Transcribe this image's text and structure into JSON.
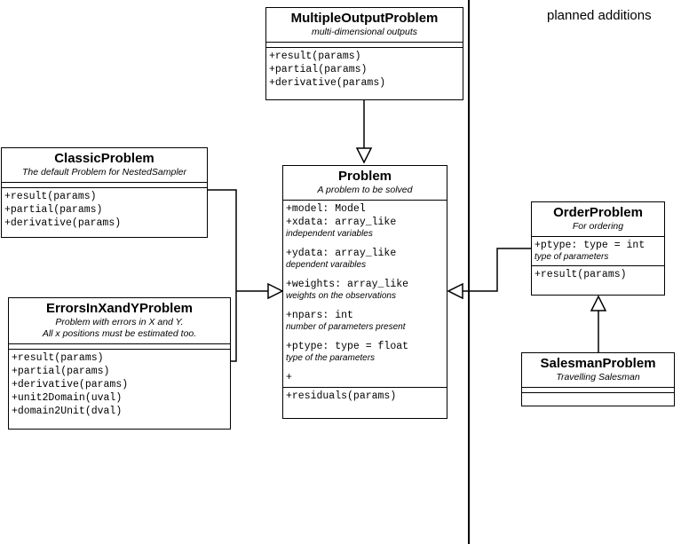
{
  "planned_label": "planned additions",
  "classes": {
    "multiple": {
      "name": "MultipleOutputProblem",
      "subtitle": "multi-dimensional outputs",
      "methods": [
        "+result(params)",
        "+partial(params)",
        "+derivative(params)"
      ]
    },
    "classic": {
      "name": "ClassicProblem",
      "subtitle": "The default Problem for NestedSampler",
      "methods": [
        "+result(params)",
        "+partial(params)",
        "+derivative(params)"
      ]
    },
    "errors": {
      "name": "ErrorsInXandYProblem",
      "subtitle_lines": [
        "Problem with errors in X and Y.",
        "All x positions must be estimated too."
      ],
      "methods": [
        "+result(params)",
        "+partial(params)",
        "+derivative(params)",
        "+unit2Domain(uval)",
        "+domain2Unit(dval)"
      ]
    },
    "problem": {
      "name": "Problem",
      "subtitle": "A problem to be solved",
      "attributes": [
        {
          "sig": "+model: Model",
          "desc": ""
        },
        {
          "sig": "+xdata: array_like",
          "desc": "independent variables"
        },
        {
          "sig": "+ydata: array_like",
          "desc": "dependent varaibles"
        },
        {
          "sig": "+weights: array_like",
          "desc": "weights on the observations"
        },
        {
          "sig": "+npars: int",
          "desc": "number of parameters present"
        },
        {
          "sig": "+ptype: type = float",
          "desc": "type of the parameters"
        },
        {
          "sig": "+",
          "desc": ""
        }
      ],
      "methods": [
        "+residuals(params)"
      ]
    },
    "order": {
      "name": "OrderProblem",
      "subtitle": "For ordering",
      "attributes": [
        {
          "sig": "+ptype: type = int",
          "desc": "type of parameters"
        }
      ],
      "methods": [
        "+result(params)"
      ]
    },
    "salesman": {
      "name": "SalesmanProblem",
      "subtitle": "Travelling Salesman"
    }
  }
}
